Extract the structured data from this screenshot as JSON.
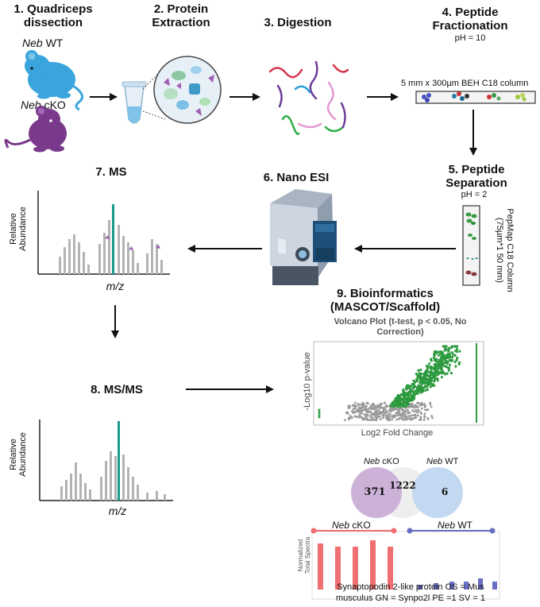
{
  "steps": {
    "s1_line1": "1.  Quadriceps",
    "s1_line2": "dissection",
    "s2_line1": "2. Protein",
    "s2_line2": "Extraction",
    "s3": "3. Digestion",
    "s4_line1": "4. Peptide",
    "s4_line2": "Fractionation",
    "s4_ph": "pH = 10",
    "s5_line1": "5. Peptide",
    "s5_line2": "Separation",
    "s5_ph": "pH = 2",
    "s6": "6. Nano ESI",
    "s7": "7. MS",
    "s8": "8. MS/MS",
    "s9_line1": "9. Bioinformatics",
    "s9_line2": "(MASCOT/Scaffold)"
  },
  "mice": {
    "wt_gene": "Neb",
    "wt_label": " WT",
    "cko_gene": "Neb",
    "cko_label": " cKO",
    "wt_color": "#3aa5dc",
    "cko_color": "#7a3a8c"
  },
  "column1": {
    "label": "5 mm x 300µm BEH C18 column"
  },
  "column2": {
    "label_line1": "PepMap C18 Column",
    "label_line2": "(75µm*1 50 mm)"
  },
  "spectrum": {
    "ylabel_line1": "Relative",
    "ylabel_line2": "Abundance",
    "xlabel": "m/z",
    "peak_color": "#1a9a8a",
    "bar_color": "#b3b3b3"
  },
  "volcano": {
    "title_line1": "Volcano Plot (t-test, p < 0.05, No",
    "title_line2": "Correction)",
    "ylabel": "-Log10 p-value",
    "xlabel": "Log2 Fold Change",
    "point_color": "#2e9a3f"
  },
  "venn": {
    "left_gene": "Neb",
    "left_label": " cKO",
    "right_gene": "Neb",
    "right_label": " WT",
    "left_count": "371",
    "overlap_count": "1222",
    "right_count": "6",
    "left_color": "#cdb2d8",
    "right_color": "#c2d9f1"
  },
  "spectra_chart": {
    "ylabel_line1": "Normalized",
    "ylabel_line2": "Total Spectra",
    "left_gene": "Neb",
    "left_label": " cKO",
    "right_gene": "Neb",
    "right_label": " WT",
    "left_color": "#ef6f72",
    "right_color": "#6a6ec4",
    "caption_line1": "Synaptopodin 2-like protein OS = Mus",
    "caption_line2": "musculus GN = Synpo2l PE =1 SV = 1"
  }
}
